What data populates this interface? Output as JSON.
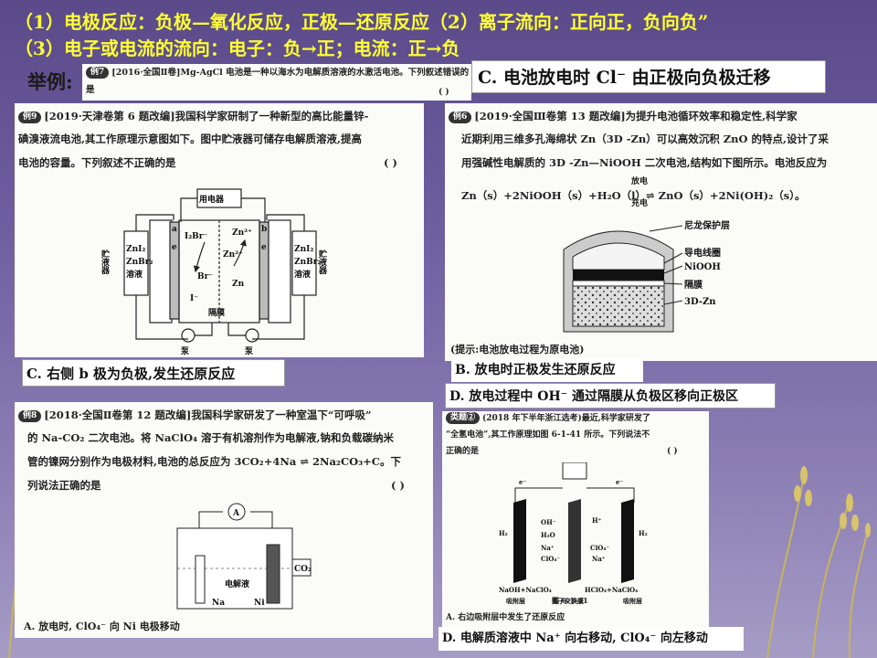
{
  "header": {
    "line1": "（1）电极反应：负极—氧化反应，正极—还原反应（2）离子流向：正向正，负向负”",
    "line2": "（3）电子或电流的流向：电子：负→正；电流：正→负"
  },
  "example_label": "举例:",
  "q1": {
    "badge": "例7",
    "text": "[2016·全国Ⅱ卷]Mg-AgCl 电池是一种以海水为电解质溶液的水激活电池。下列叙述错误的是",
    "paren": "(    )",
    "option": "C. 电池放电时 Cl⁻ 由正极向负极迁移"
  },
  "q2": {
    "badge": "例9",
    "text1": "[2019·天津卷第 6 题改编]我国科学家研制了一种新型的高比能量锌-",
    "text2": "碘溴液流电池,其工作原理示意图如下。图中贮液器可储存电解质溶液,提高",
    "text3": "电池的容量。下列叙述不正确的是",
    "paren": "(      )",
    "diagram": {
      "device": "用电器",
      "left_tank": "贮液器",
      "right_tank": "贮液器",
      "solution": [
        "ZnI₂",
        "ZnBr₂",
        "溶液"
      ],
      "a": "a",
      "b": "b",
      "e": "e",
      "left_ions": [
        "I₂Br⁻",
        "Br⁻",
        "I⁻"
      ],
      "right_ions": [
        "Zn²⁺",
        "Zn²⁺",
        "Zn"
      ],
      "membrane": "隔膜",
      "pump": "泵"
    },
    "option": "C. 右侧 b 极为负极,发生还原反应"
  },
  "q3": {
    "badge": "例6",
    "text1": "[2019·全国Ⅲ卷第 13 题改编]为提升电池循环效率和稳定性,科学家",
    "text2": "近期利用三维多孔海绵状 Zn（3D -Zn）可以高效沉积 ZnO 的特点,设计了采",
    "text3": "用强碱性电解质的 3D -Zn—NiOOH 二次电池,结构如下图所示。电池反应为",
    "equation": "Zn（s）+2NiOOH（s）+H₂O（l）⇌ ZnO（s）+2Ni(OH)₂（s）。",
    "discharge": "放电",
    "charge": "充电",
    "labels": [
      "尼龙保护层",
      "导电线圈",
      "NiOOH",
      "隔膜",
      "3D-Zn"
    ],
    "hint": "(提示:电池放电过程为原电池)",
    "optionB": "B. 放电时正极发生还原反应",
    "optionD": "D. 放电过程中 OH⁻ 通过隔膜从负极区移向正极区"
  },
  "q4": {
    "badge": "例8",
    "text1": "[2018·全国Ⅱ卷第 12 题改编]我国科学家研发了一种室温下“可呼吸”",
    "text2": "的 Na-CO₂ 二次电池。将 NaClO₄ 溶于有机溶剂作为电解液,钠和负载碳纳米",
    "text3": "管的镍网分别作为电极材料,电池的总反应为 3CO₂+4Na ⇌ 2Na₂CO₃+C。下",
    "text4": "列说法正确的是",
    "paren": "(      )",
    "meter": "A",
    "electrolyte": "电解液",
    "co2": "CO₂",
    "na": "Na",
    "ni": "Ni",
    "option": "A. 放电时, ClO₄⁻ 向 Ni 电极移动"
  },
  "q5": {
    "badge": "类题②",
    "text1": "(2018 年下半年浙江选考)最近,科学家研发了",
    "text2": "“全氢电池”,其工作原理如图 6-1-41 所示。下列说法不",
    "text3": "正确的是",
    "paren": "(      )",
    "h2": "H₂",
    "ions_left": [
      "OH⁻",
      "H₂O",
      "Na⁺",
      "ClO₄⁻"
    ],
    "ions_right": [
      "H⁺",
      "ClO₄⁻",
      "Na⁺"
    ],
    "sol_left": "NaOH+NaClO₄",
    "sol_right": "HClO₄+NaClO₄",
    "layer_left": "吸附层",
    "membrane": "离子交换膜",
    "layer_right": "吸附层",
    "e": "e⁻",
    "fig": "图 6-1-41",
    "optionA": "A. 右边吸附层中发生了还原反应",
    "optionD": "D. 电解质溶液中 Na⁺ 向右移动, ClO₄⁻ 向左移动"
  }
}
